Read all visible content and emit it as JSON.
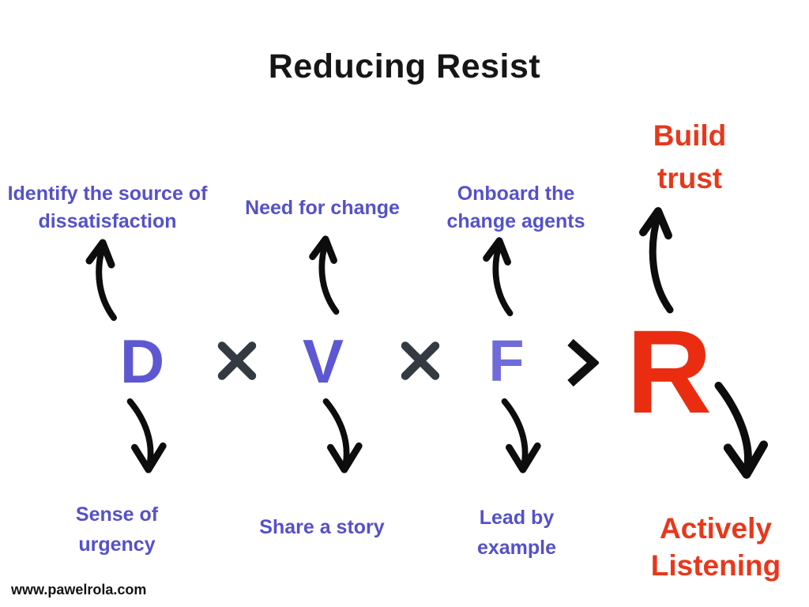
{
  "page": {
    "title": "Reducing Resist",
    "watermark": "www.pawelrola.com"
  },
  "colors": {
    "background": "#ffffff",
    "title_black": "#161616",
    "label_purple": "#5551C9",
    "letter_purple": "#5E57D2",
    "letter_purple_light": "#6F6CDA",
    "red": "#E7381C",
    "letter_red": "#EA2D11",
    "multiply_dark": "#333A42",
    "arrow_black": "#0d0d0d"
  },
  "formula": {
    "expression": "D × V × F > R",
    "letters": {
      "d": "D",
      "v": "V",
      "f": "F",
      "r": "R"
    },
    "operators": {
      "multiply": "×",
      "greater_than": ">"
    }
  },
  "annotations": {
    "top": [
      {
        "for": "D",
        "text": "Identify the source of dissatisfaction"
      },
      {
        "for": "V",
        "text": "Need for change"
      },
      {
        "for": "F",
        "text": "Onboard the change agents"
      },
      {
        "for": "R",
        "text": "Build trust"
      }
    ],
    "bottom": [
      {
        "for": "D",
        "text": "Sense of urgency"
      },
      {
        "for": "V",
        "text": "Share a story"
      },
      {
        "for": "F",
        "text": "Lead by example"
      },
      {
        "for": "R",
        "text": "Actively Listening"
      }
    ]
  }
}
